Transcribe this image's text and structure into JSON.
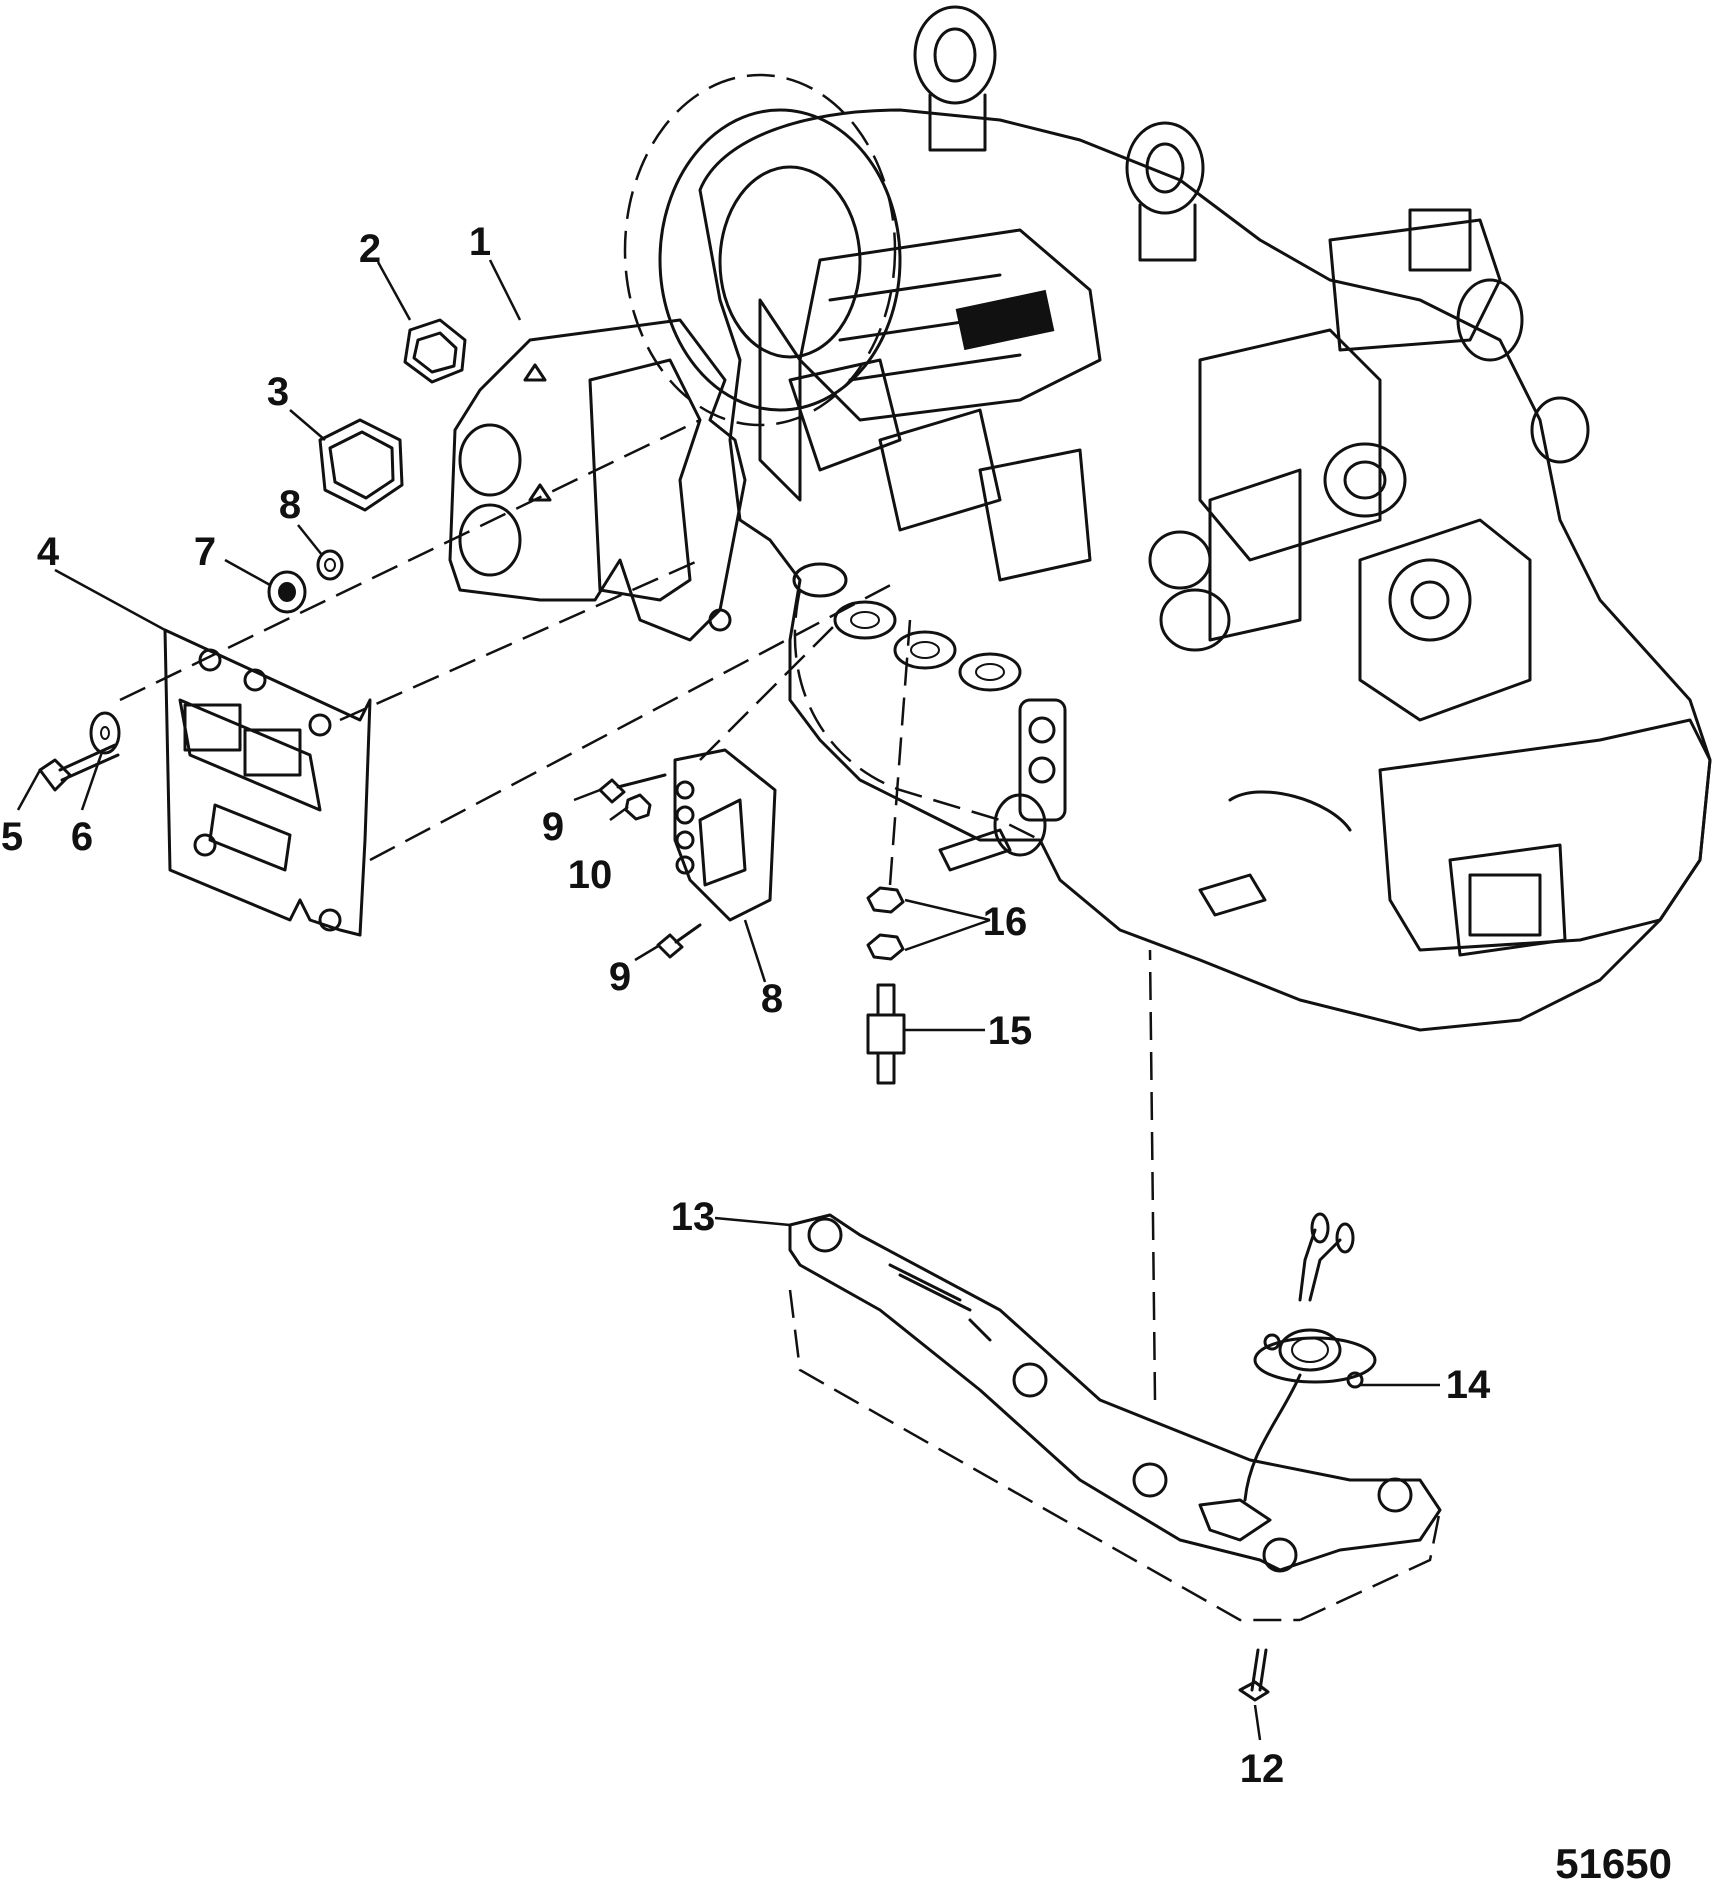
{
  "figure_number": "51650",
  "callouts": [
    {
      "id": "c1",
      "label": "1"
    },
    {
      "id": "c2",
      "label": "2"
    },
    {
      "id": "c3",
      "label": "3"
    },
    {
      "id": "c4",
      "label": "4"
    },
    {
      "id": "c5",
      "label": "5"
    },
    {
      "id": "c6",
      "label": "6"
    },
    {
      "id": "c7",
      "label": "7"
    },
    {
      "id": "c8a",
      "label": "8"
    },
    {
      "id": "c8b",
      "label": "8"
    },
    {
      "id": "c9a",
      "label": "9"
    },
    {
      "id": "c9b",
      "label": "9"
    },
    {
      "id": "c10",
      "label": "10"
    },
    {
      "id": "c12",
      "label": "12"
    },
    {
      "id": "c13",
      "label": "13"
    },
    {
      "id": "c14",
      "label": "14"
    },
    {
      "id": "c15",
      "label": "15"
    },
    {
      "id": "c16",
      "label": "16"
    }
  ]
}
